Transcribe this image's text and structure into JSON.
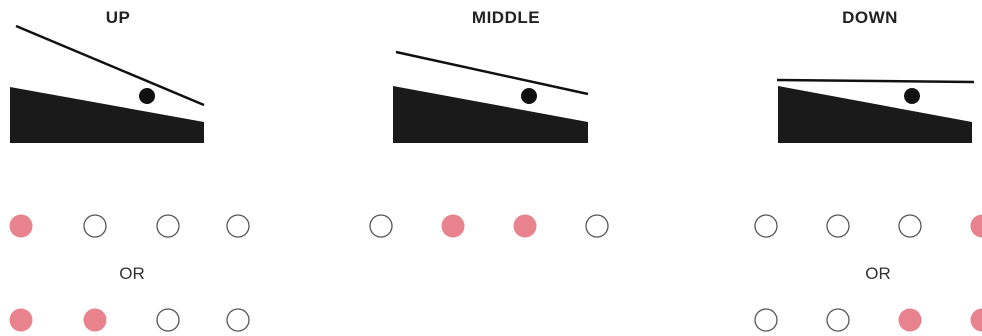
{
  "panels": [
    {
      "title": "UP",
      "or_label": "OR",
      "indicator_rows": [
        [
          true,
          false,
          false,
          false
        ],
        [
          true,
          true,
          false,
          false
        ]
      ]
    },
    {
      "title": "MIDDLE",
      "or_label": "",
      "indicator_rows": [
        [
          false,
          true,
          true,
          false
        ]
      ]
    },
    {
      "title": "DOWN",
      "or_label": "OR",
      "indicator_rows": [
        [
          false,
          false,
          false,
          true
        ],
        [
          false,
          false,
          true,
          true
        ]
      ]
    }
  ],
  "colors": {
    "wedge": "#1a1a1a",
    "lever": "#111111",
    "ball": "#111111",
    "indicator_on": "#e8828c",
    "indicator_off_stroke": "#555555"
  }
}
